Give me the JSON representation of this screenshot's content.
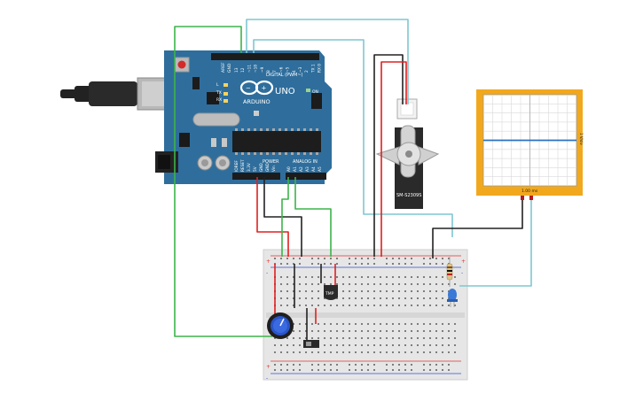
{
  "arduino": {
    "brand": "ARDUINO",
    "model": "UNO",
    "digital_label": "DIGITAL (PWM~)",
    "analog_label": "ANALOG IN",
    "power_label": "POWER",
    "on_label": "ON",
    "tx_label": "TX",
    "rx_label": "RX",
    "l_label": "L",
    "ioref_label": "IOREF",
    "digital_pins": [
      "13",
      "12",
      "~11",
      "~10",
      "~9",
      "8",
      "7",
      "~6",
      "~5",
      "4",
      "~3",
      "2",
      "TX 1",
      "RX 0"
    ],
    "gnd_label": "GND",
    "aref_label": "AREF",
    "power_pins": [
      "IOREF",
      "RESET",
      "3.3V",
      "5V",
      "GND",
      "GND",
      "Vin"
    ],
    "analog_pins": [
      "A0",
      "A1",
      "A2",
      "A3",
      "A4",
      "A5"
    ]
  },
  "servo": {
    "model": "SM-S2309S"
  },
  "oscilloscope": {
    "scale_label": "1.00 ms",
    "side_label": "1 V/div"
  },
  "sensor": {
    "label": "TMP"
  },
  "colors": {
    "board": "#2f6e9c",
    "wire_red": "#e02020",
    "wire_black": "#222222",
    "wire_green": "#3db34a",
    "wire_cyan": "#7ec7d1",
    "scope_frame": "#f2a81d",
    "scope_trace": "#2a6fc1",
    "breadboard": "#e8e8e8"
  }
}
